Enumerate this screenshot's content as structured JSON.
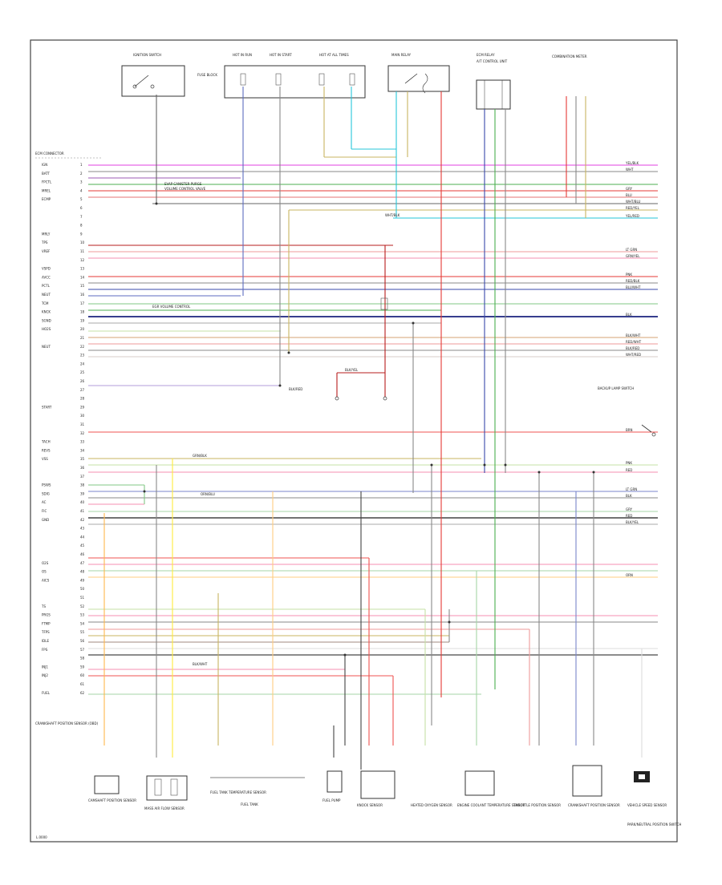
{
  "diagram": {
    "footer_code": "L.0000",
    "section_header": "ECM CONNECTOR",
    "top_components": [
      "IGNITION SWITCH",
      "FUSE BLOCK",
      "HOT AT ALL TIMES",
      "HOT IN RUN",
      "HOT IN START",
      "MAIN RELAY",
      "ECM RELAY",
      "A/T CONTROL UNIT",
      "COMBINATION METER"
    ],
    "left_pin_labels": [
      "IGN",
      "BATT",
      "FPCTL",
      "MREL",
      "ECMP",
      "",
      "",
      "",
      "MRLY",
      "TPS",
      "VREF",
      "",
      "VSPD",
      "AVCC",
      "PCTL",
      "NEUT",
      "TCM",
      "KNCK",
      "SGND",
      "HO2S",
      "",
      "NEUT",
      "",
      "",
      "",
      "",
      "",
      "",
      "START",
      "",
      "",
      "",
      "TACH",
      "REVS",
      "VSS",
      "",
      "",
      "PSWS",
      "SDIG",
      "AC",
      "FIC",
      "GND",
      "",
      "",
      "",
      "",
      "O2S",
      "OS",
      "AICS",
      "",
      "",
      "TS",
      "PRGS",
      "FTMP",
      "TFPS",
      "IDLE",
      "FPS",
      "",
      "INJ1",
      "INJ2",
      "",
      "FUEL"
    ],
    "right_labels": [
      "YEL/BLK",
      "WHT",
      "GRY",
      "BLU",
      "WHT/BLU",
      "RED/YEL",
      "YEL/RED",
      "LT GRN",
      "GRN/YEL",
      "PNK",
      "RED/BLK",
      "BLU/WHT",
      "BLK",
      "BLK/WHT",
      "RED/WHT",
      "BLK/RED",
      "WHT/RED",
      "BRN",
      "PNK",
      "RED",
      "LT GRN",
      "BLK",
      "GRY",
      "RED",
      "BLK/YEL",
      "ORN"
    ],
    "mid_labels": [
      "EVAP CANISTER PURGE",
      "VOLUME CONTROL VALVE",
      "EGR VOLUME CONTROL",
      "BLK/RED",
      "BLK/YEL",
      "GRN/BLK",
      "ORN/BLU",
      "BLK/WHT",
      "WHT/BLK"
    ],
    "bottom_components": [
      "CAMSHAFT POSITION SENSOR",
      "MASS AIR FLOW SENSOR",
      "FUEL TANK TEMPERATURE SENSOR",
      "FUEL TANK",
      "FUEL PUMP",
      "KNOCK SENSOR",
      "HEATED OXYGEN SENSOR",
      "ENGINE COOLANT TEMPERATURE SENSOR",
      "THROTTLE POSITION SENSOR",
      "CRANKSHAFT POSITION SENSOR",
      "VEHICLE SPEED SENSOR",
      "PARK/NEUTRAL POSITION SWITCH"
    ],
    "left_note": "CRANKSHAFT POSITION SENSOR (OBD)",
    "right_note": "BACKUP LAMP SWITCH"
  }
}
